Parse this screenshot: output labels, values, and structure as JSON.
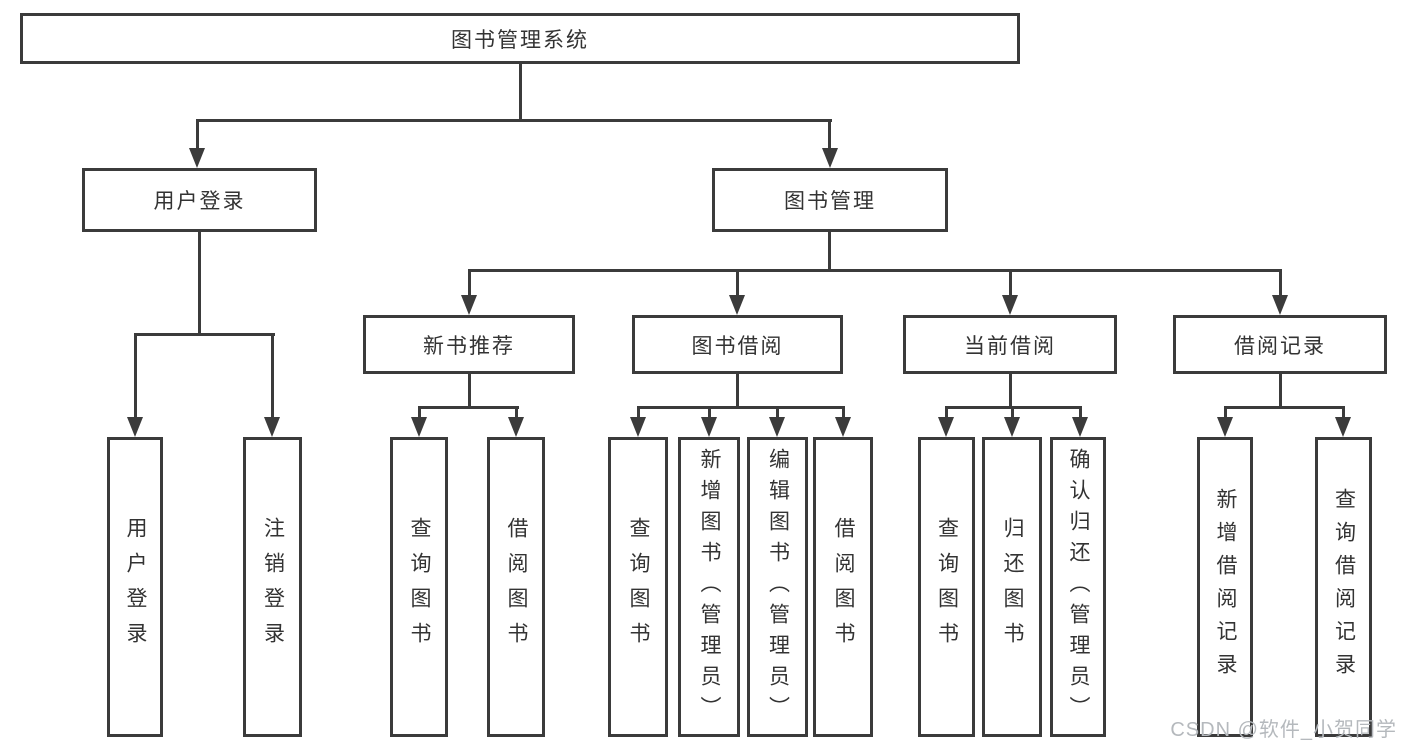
{
  "diagram": {
    "title": "图书管理系统",
    "type": "hierarchy-tree",
    "colors": {
      "line": "#3b3b3b",
      "box_border": "#3b3b3b",
      "text": "#333333",
      "background": "#ffffff",
      "watermark": "#b5b9bd"
    },
    "nodes": {
      "root": {
        "label": "图书管理系统"
      },
      "user_login": {
        "label": "用户登录"
      },
      "book_mgmt": {
        "label": "图书管理"
      },
      "new_book_rec": {
        "label": "新书推荐"
      },
      "book_borrow": {
        "label": "图书借阅"
      },
      "current_borrow": {
        "label": "当前借阅"
      },
      "borrow_record": {
        "label": "借阅记录"
      },
      "login_leaf": {
        "label": "用户登录"
      },
      "logout_leaf": {
        "label": "注销登录"
      },
      "rec_query_book": {
        "label": "查询图书"
      },
      "rec_borrow_book": {
        "label": "借阅图书"
      },
      "bb_query_book": {
        "label": "查询图书"
      },
      "bb_add_book": {
        "label": "新增图书（管理员）"
      },
      "bb_edit_book": {
        "label": "编辑图书（管理员）"
      },
      "bb_borrow_book": {
        "label": "借阅图书"
      },
      "cb_query_book": {
        "label": "查询图书"
      },
      "cb_return_book": {
        "label": "归还图书"
      },
      "cb_confirm_return": {
        "label": "确认归还（管理员）"
      },
      "br_add_record": {
        "label": "新增借阅记录"
      },
      "br_query_record": {
        "label": "查询借阅记录"
      }
    },
    "hierarchy": {
      "图书管理系统": [
        "用户登录",
        "图书管理"
      ],
      "用户登录": [
        "用户登录",
        "注销登录"
      ],
      "图书管理": [
        "新书推荐",
        "图书借阅",
        "当前借阅",
        "借阅记录"
      ],
      "新书推荐": [
        "查询图书",
        "借阅图书"
      ],
      "图书借阅": [
        "查询图书",
        "新增图书（管理员）",
        "编辑图书（管理员）",
        "借阅图书"
      ],
      "当前借阅": [
        "查询图书",
        "归还图书",
        "确认归还（管理员）"
      ],
      "借阅记录": [
        "新增借阅记录",
        "查询借阅记录"
      ]
    }
  },
  "watermark": {
    "text": "CSDN @软件_小贺同学"
  }
}
